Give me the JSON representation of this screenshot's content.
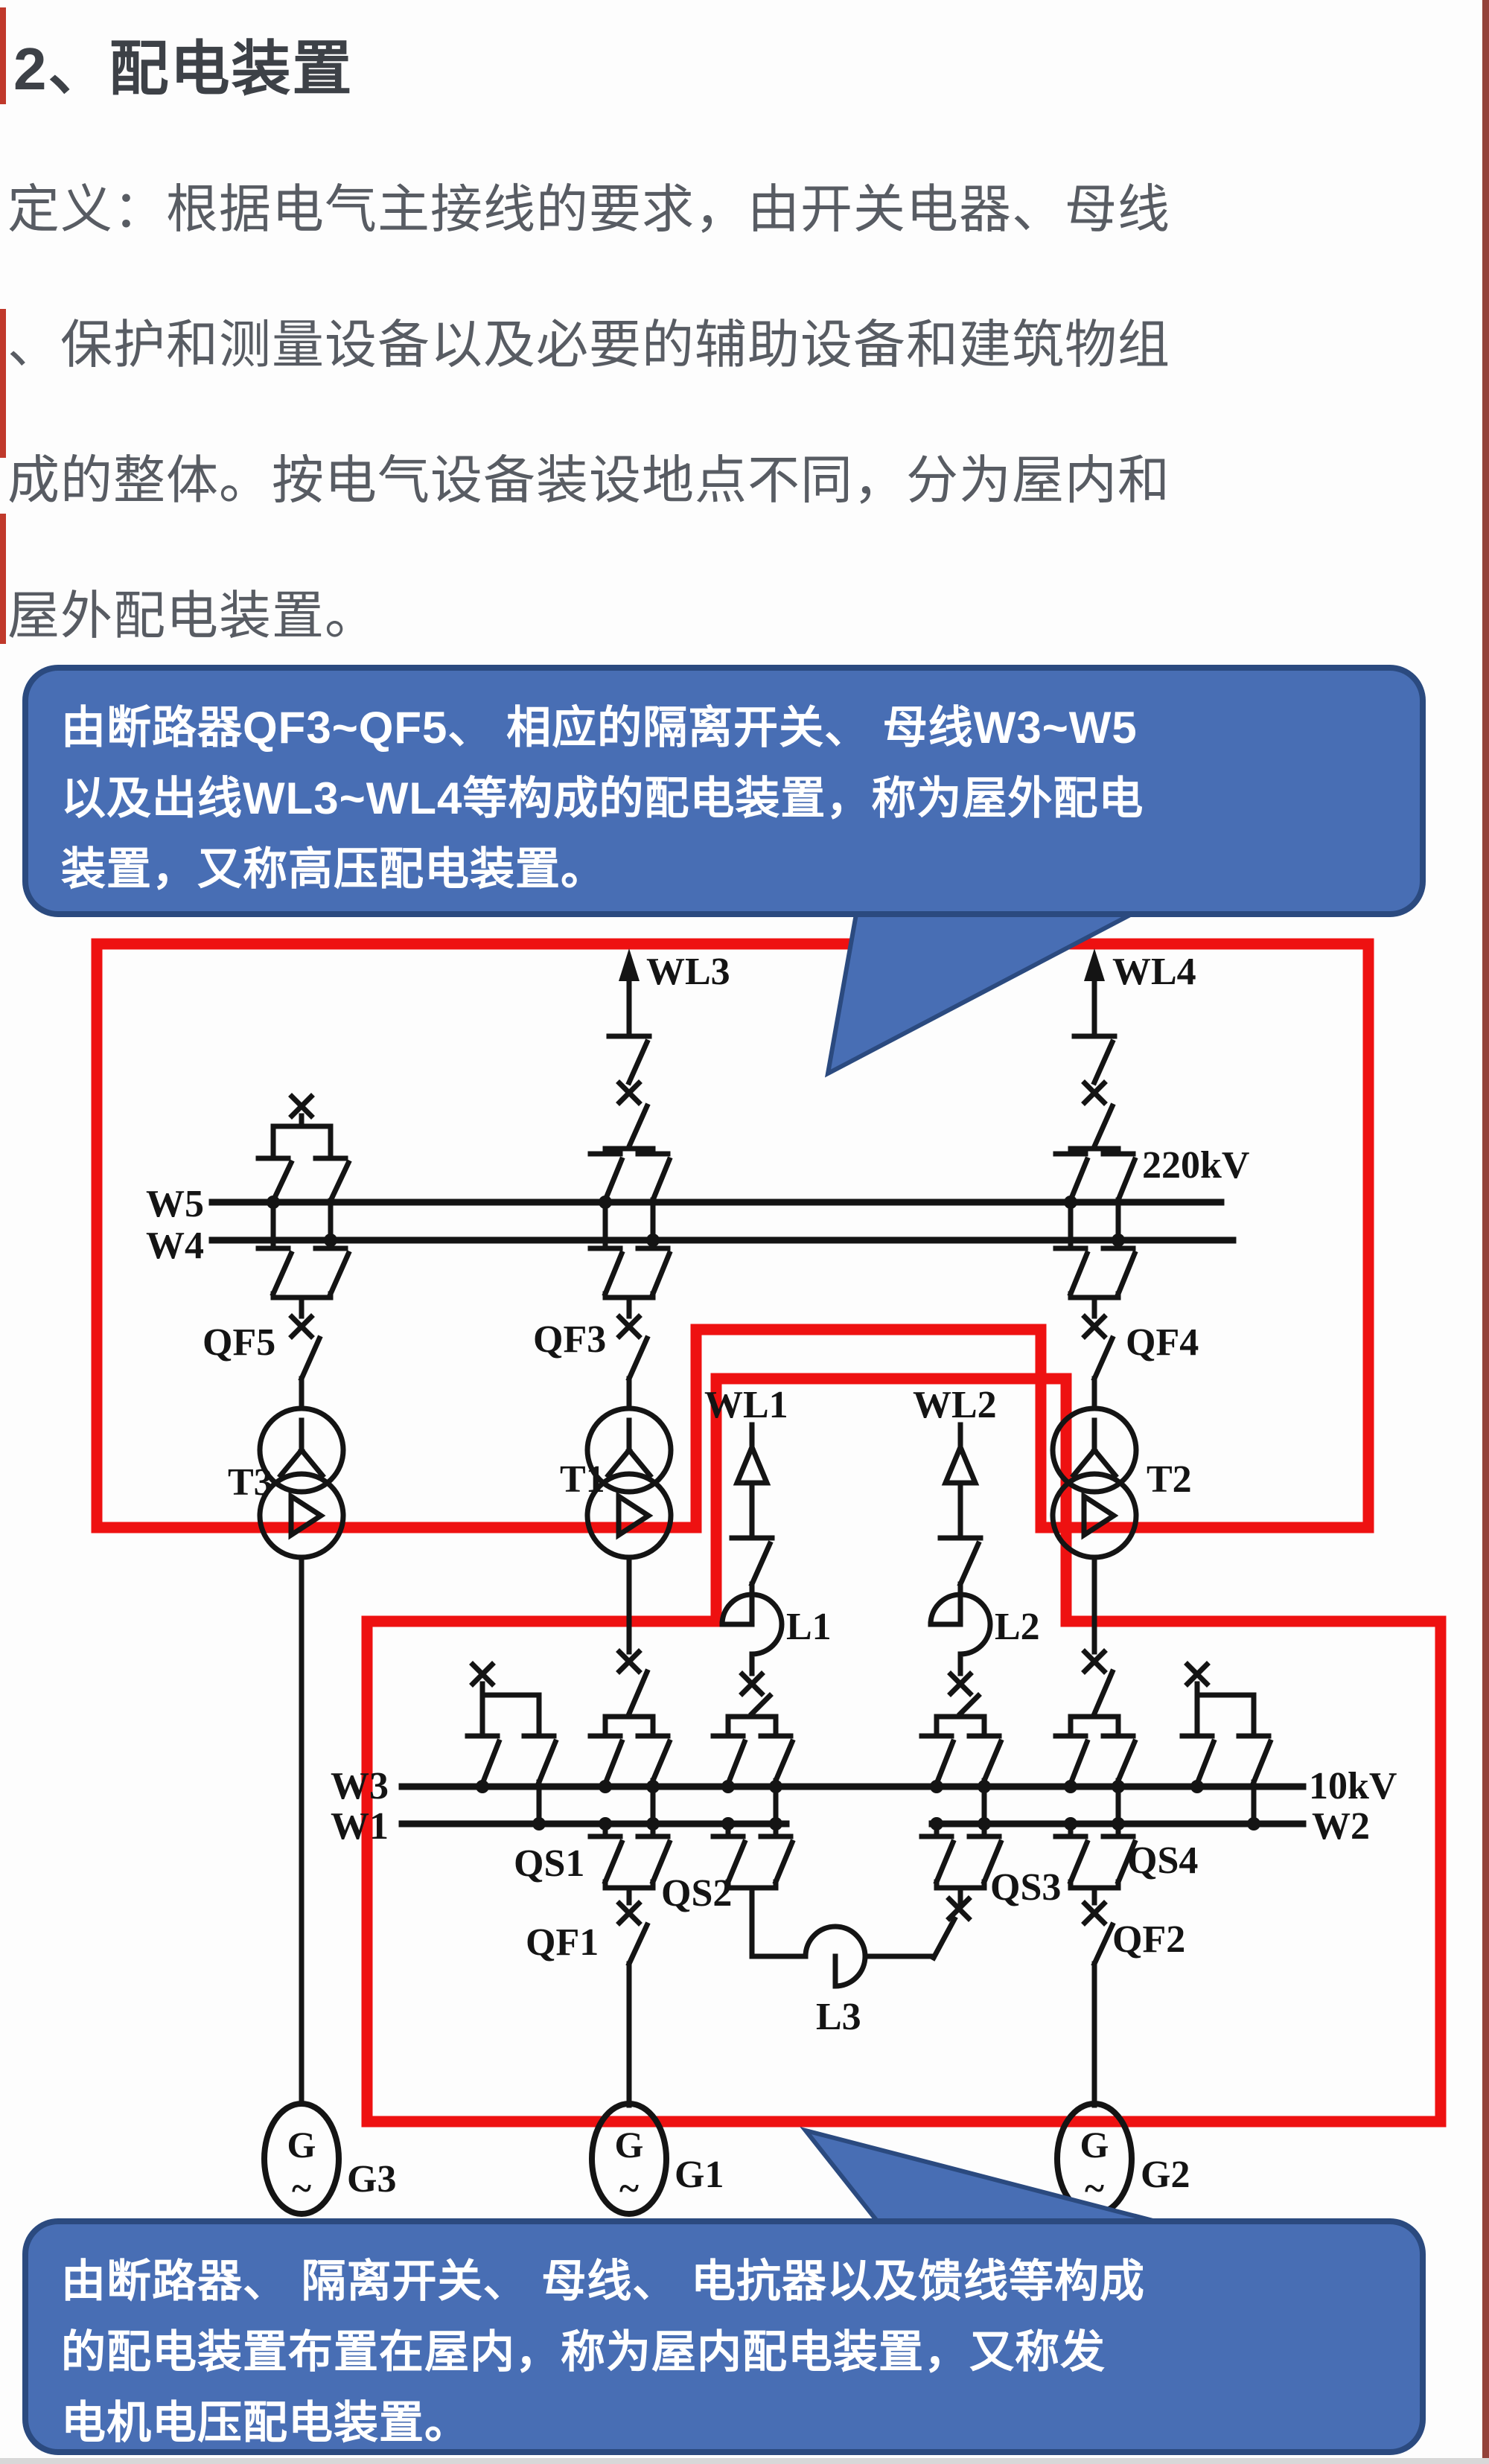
{
  "title": "2、配电装置",
  "definition": {
    "lines": [
      "定义：根据电气主接线的要求，由开关电器、母线",
      "、保护和测量设备以及必要的辅助设备和建筑物组",
      "成的整体。按电气设备装设地点不同，分为屋内和",
      "屋外配电装置。"
    ]
  },
  "callouts": {
    "outdoor": {
      "fill": "#486EB4",
      "border": "#2B4A7F",
      "lines": [
        "由断路器QF3~QF5、 相应的隔离开关、 母线W3~W5",
        "以及出线WL3~WL4等构成的配电装置，称为屋外配电",
        "装置，又称高压配电装置。"
      ]
    },
    "indoor": {
      "lines": [
        "由断路器、 隔离开关、 母线、 电抗器以及馈线等构成",
        "的配电装置布置在屋内，称为屋内配电装置，又称发",
        "电机电压配电装置。"
      ]
    }
  },
  "diagram": {
    "accent_red": "#EE1111",
    "labels": {
      "wl3": "WL3",
      "wl4": "WL4",
      "w5": "W5",
      "w4": "W4",
      "v220": "220kV",
      "qf5": "QF5",
      "qf3": "QF3",
      "qf4": "QF4",
      "t3": "T3",
      "t1": "T1",
      "t2": "T2",
      "wl1": "WL1",
      "wl2": "WL2",
      "l1": "L1",
      "l2": "L2",
      "l3": "L3",
      "w3": "W3",
      "w1": "W1",
      "v10": "10kV",
      "w2": "W2",
      "qs1": "QS1",
      "qs2": "QS2",
      "qs3": "QS3",
      "qs4": "QS4",
      "qf1": "QF1",
      "qf2": "QF2",
      "g3": "G3",
      "g1": "G1",
      "g2": "G2",
      "gen": "G",
      "tilde": "~"
    }
  }
}
